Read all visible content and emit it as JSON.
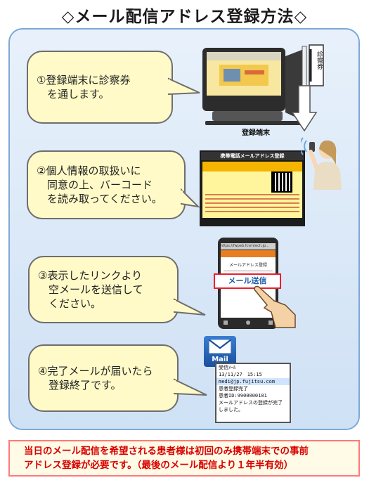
{
  "title": "◇メール配信アドレス登録方法◇",
  "steps": [
    {
      "text": "①登録端末に診察券\n　を通します。"
    },
    {
      "text": "②個人情報の取扱いに\n　同意の上、バーコード\n　を読み取ってください。"
    },
    {
      "text": "③表示したリンクより\n　空メールを送信して\n　ください。"
    },
    {
      "text": "④完了メールが届いたら\n　登録終了です。"
    }
  ],
  "step1_image": {
    "card_label": "診察券",
    "device_label": "登録端末"
  },
  "step2_image": {
    "header": "携帯電話メールアドレス登録"
  },
  "step3_image": {
    "url": "https://fwpeb.fcvmtech.jp...",
    "page_title": "メールアドレス登録",
    "send_button": "メール送信"
  },
  "step4_image": {
    "app_label": "Mail",
    "header": "受信ﾒｰﾙ",
    "date": "13/11/27　15:15",
    "from": "medi@jp.fujitsu.com",
    "subject": "患者登録完了",
    "patient_id": "患者ID:9900000101",
    "body": "メールアドレスの登録が完了\nしました。"
  },
  "footer": {
    "line1": "当日のメール配信を希望される患者様は初回のみ携帯端末での事前",
    "line2": "アドレス登録が必要です。（最後のメール配信より１年半有効）"
  },
  "colors": {
    "accent_red": "#d90000",
    "bubble": "#fffac8",
    "panel": "#cfe1f5",
    "highlight": "#e8202a"
  }
}
